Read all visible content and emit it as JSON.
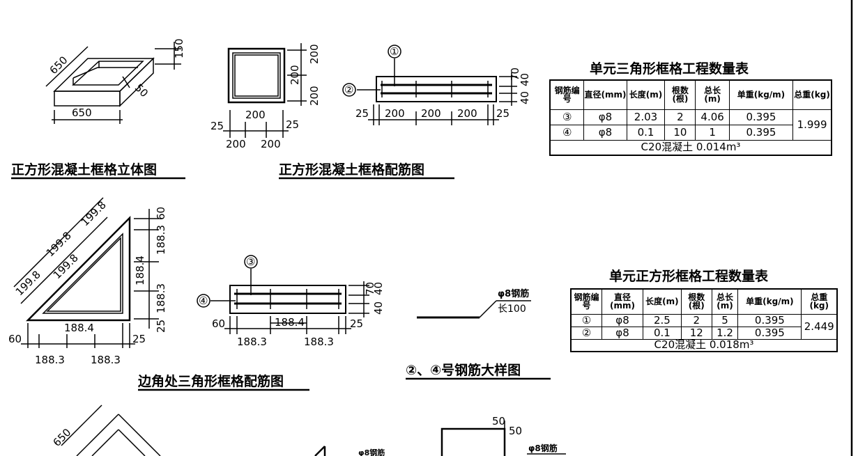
{
  "captions": {
    "square_3d": "正方形混凝土框格立体图",
    "square_rebar": "正方形混凝土框格配筋图",
    "triangle_rebar": "边角处三角形框格配筋图",
    "bar_detail": "②、④号钢筋大样图"
  },
  "square_3d": {
    "dim_top": "650",
    "dim_bottom": "650",
    "dim_height": "150",
    "dim_wall": "50"
  },
  "square_plan": {
    "d200a": "200",
    "d200b": "200",
    "d200c": "200",
    "d25a": "25",
    "d25b": "25",
    "b200a": "200",
    "b200b": "200"
  },
  "square_bar": {
    "c1": "①",
    "c2": "②",
    "d25a": "25",
    "s1": "200",
    "s2": "200",
    "s3": "200",
    "d25b": "25",
    "v70": "70",
    "v40a": "40",
    "v40b": "40"
  },
  "triangle": {
    "a1": "199.8",
    "a2": "199.8",
    "a3": "199.8",
    "a4": "199.8",
    "r60": "60",
    "r1883a": "188.3",
    "r1884": "188.4",
    "r1883b": "188.3",
    "r25": "25",
    "bot1884": "188.4",
    "b60": "60",
    "b1883a": "188.3",
    "b1883b": "188.3",
    "b25": "25"
  },
  "tri_bar": {
    "c3": "③",
    "c4": "④",
    "top1884": "188.4",
    "d60": "60",
    "d25": "25",
    "b1883a": "188.3",
    "b1883b": "188.3",
    "v70": "70",
    "v40a": "40",
    "v40b": "40"
  },
  "bar_detail": {
    "label1": "φ8钢筋",
    "label2": "长100"
  },
  "bottom": {
    "d650": "650",
    "d50a": "50",
    "d50b": "50",
    "lbl_a": "φ8钢筋",
    "lbl_b": "φ8钢筋"
  },
  "table_triangle": {
    "title": "单元三角形框格工程数量表",
    "headers": [
      "钢筋编号",
      "直径(mm)",
      "长度(m)",
      "根数(根)",
      "总长(m)",
      "单重(kg/m)",
      "总重(kg)"
    ],
    "rows": [
      [
        "③",
        "φ8",
        "2.03",
        "2",
        "4.06",
        "0.395"
      ],
      [
        "④",
        "φ8",
        "0.1",
        "10",
        "1",
        "0.395"
      ]
    ],
    "total": "1.999",
    "footer": "C20混凝土    0.014m³"
  },
  "table_square": {
    "title": "单元正方形框格工程数量表",
    "headers": [
      "钢筋编号",
      "直径(mm)",
      "长度(m)",
      "根数(根)",
      "总长(m)",
      "单重(kg/m)",
      "总重(kg)"
    ],
    "rows": [
      [
        "①",
        "φ8",
        "2.5",
        "2",
        "5",
        "0.395"
      ],
      [
        "②",
        "φ8",
        "0.1",
        "12",
        "1.2",
        "0.395"
      ]
    ],
    "total": "2.449",
    "footer": "C20混凝土    0.018m³"
  }
}
